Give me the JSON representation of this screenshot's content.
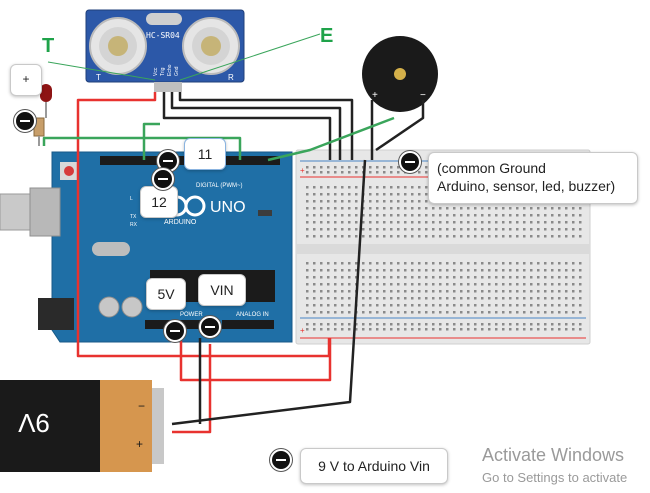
{
  "labels": {
    "left_pin_letter": "T",
    "right_pin_letter": "E",
    "sensor_model": "HC-SR04",
    "sensor_pin_vcc": "Vcc",
    "sensor_pin_trig": "Trig",
    "sensor_pin_echo": "Echo",
    "sensor_pin_gnd": "Gnd",
    "sensor_side_t": "T",
    "sensor_side_r": "R",
    "led_plus": "+",
    "buzzer_plus": "+",
    "buzzer_minus": "−",
    "battery_text": "9V",
    "battery_plus": "+",
    "battery_minus": "−",
    "arduino_uno": "UNO",
    "arduino_brand": "ARDUINO",
    "arduino_digital": "DIGITAL (PWM~)",
    "arduino_analog": "ANALOG IN",
    "arduino_power": "POWER",
    "board_tx": "TX",
    "board_rx": "RX",
    "board_l": "L"
  },
  "callouts": {
    "pin11": "11",
    "pin12": "12",
    "v5": "5V",
    "vin": "VIN",
    "ground_line1": "(common Ground",
    "ground_line2": "Arduino, sensor, led, buzzer)",
    "battery_note": "9 V to Arduino  Vin"
  },
  "watermark": {
    "title": "Activate Windows",
    "subtitle": "Go to Settings to activate"
  },
  "colors": {
    "wire_red": "#e8322f",
    "wire_black": "#222222",
    "wire_green": "#3aa55b",
    "arduino_blue": "#1f6fa6",
    "sensor_blue": "#2c58a8",
    "accent_green_text": "#1fa34a"
  }
}
